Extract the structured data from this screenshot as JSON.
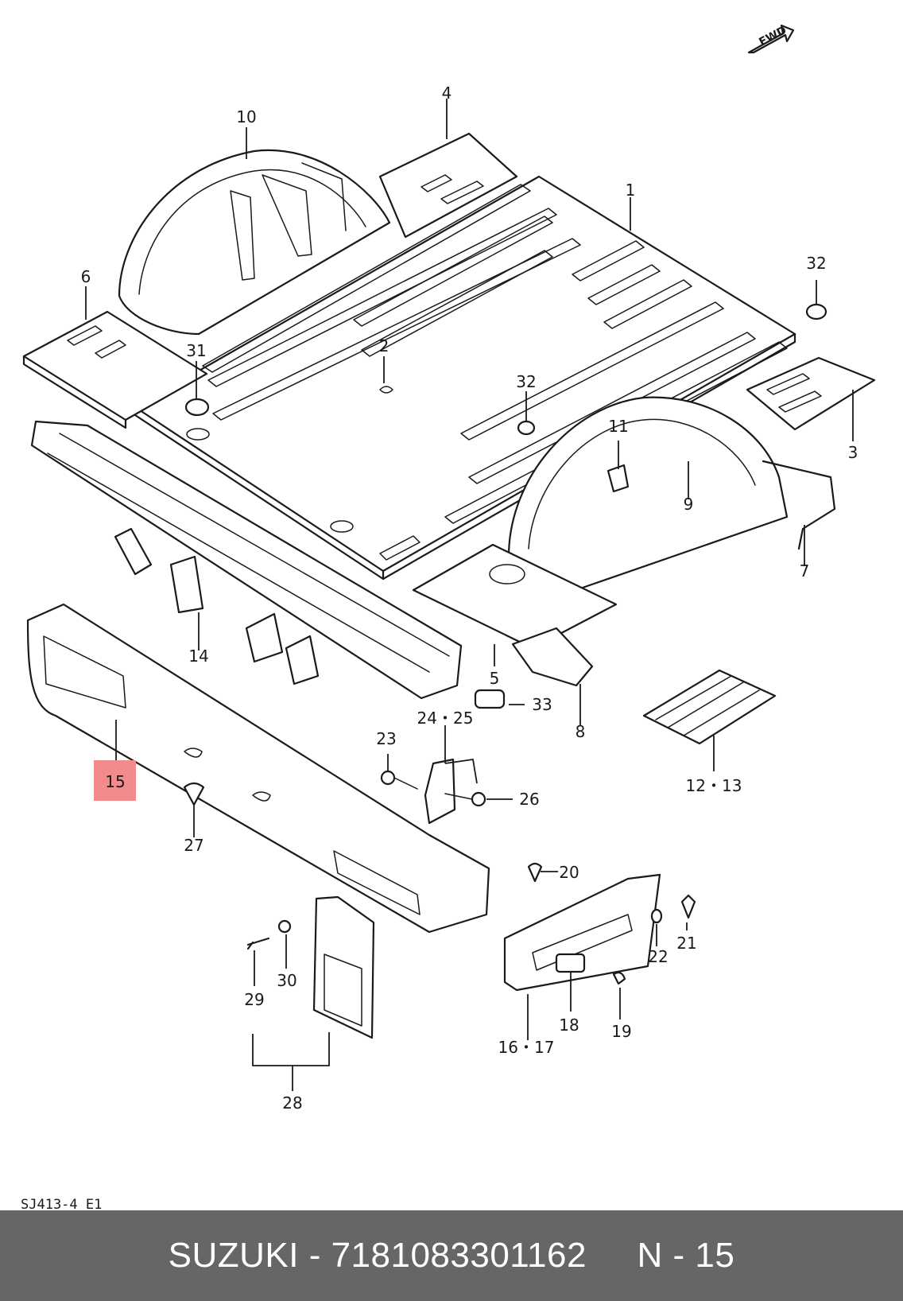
{
  "diagram": {
    "fwd_badge": "FWD",
    "drawing_code": "SJ413-4 E1",
    "highlight_color": "#f28b8b",
    "labels": {
      "p1": "1",
      "p2": "2",
      "p3": "3",
      "p4": "4",
      "p5": "5",
      "p6": "6",
      "p7": "7",
      "p8": "8",
      "p9": "9",
      "p10": "10",
      "p11": "11",
      "p12_13": "12・13",
      "p14": "14",
      "p15": "15",
      "p16_17": "16・17",
      "p18": "18",
      "p19": "19",
      "p20": "20",
      "p21": "21",
      "p22": "22",
      "p23": "23",
      "p24_25": "24・25",
      "p26": "26",
      "p27": "27",
      "p28": "28",
      "p29": "29",
      "p30": "30",
      "p31": "31",
      "p32a": "32",
      "p32b": "32",
      "p33": "33"
    }
  },
  "footer": {
    "text": "SUZUKI - 7181083301162     N - 15",
    "background": "#666666"
  }
}
